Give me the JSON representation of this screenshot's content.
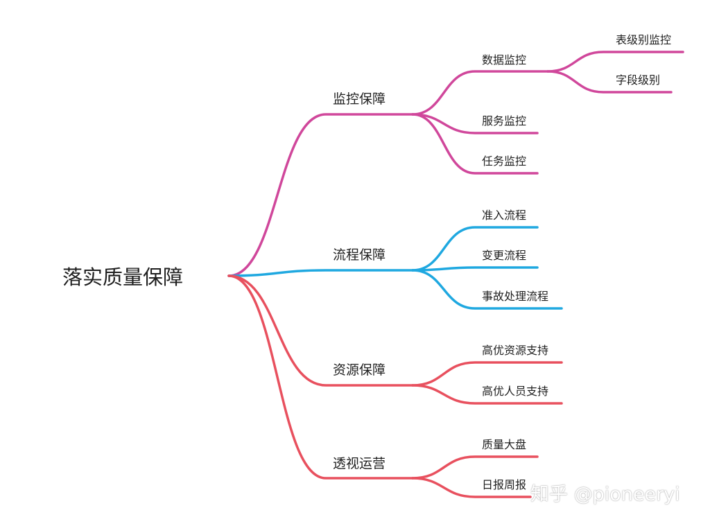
{
  "root": {
    "label": "落实质量保障"
  },
  "branches": [
    {
      "label": "监控保障",
      "color": "#d0479b",
      "children": [
        {
          "label": "数据监控",
          "children": [
            {
              "label": "表级别监控"
            },
            {
              "label": "字段级别"
            }
          ]
        },
        {
          "label": "服务监控"
        },
        {
          "label": "任务监控"
        }
      ]
    },
    {
      "label": "流程保障",
      "color": "#1fa8e0",
      "children": [
        {
          "label": "准入流程"
        },
        {
          "label": "变更流程"
        },
        {
          "label": "事故处理流程"
        }
      ]
    },
    {
      "label": "资源保障",
      "color": "#e8505e",
      "children": [
        {
          "label": "高优资源支持"
        },
        {
          "label": "高优人员支持"
        }
      ]
    },
    {
      "label": "透视运营",
      "color": "#e8505e",
      "children": [
        {
          "label": "质量大盘"
        },
        {
          "label": "日报周报"
        }
      ]
    }
  ],
  "watermark": {
    "text": "知乎 @pioneeryi"
  }
}
